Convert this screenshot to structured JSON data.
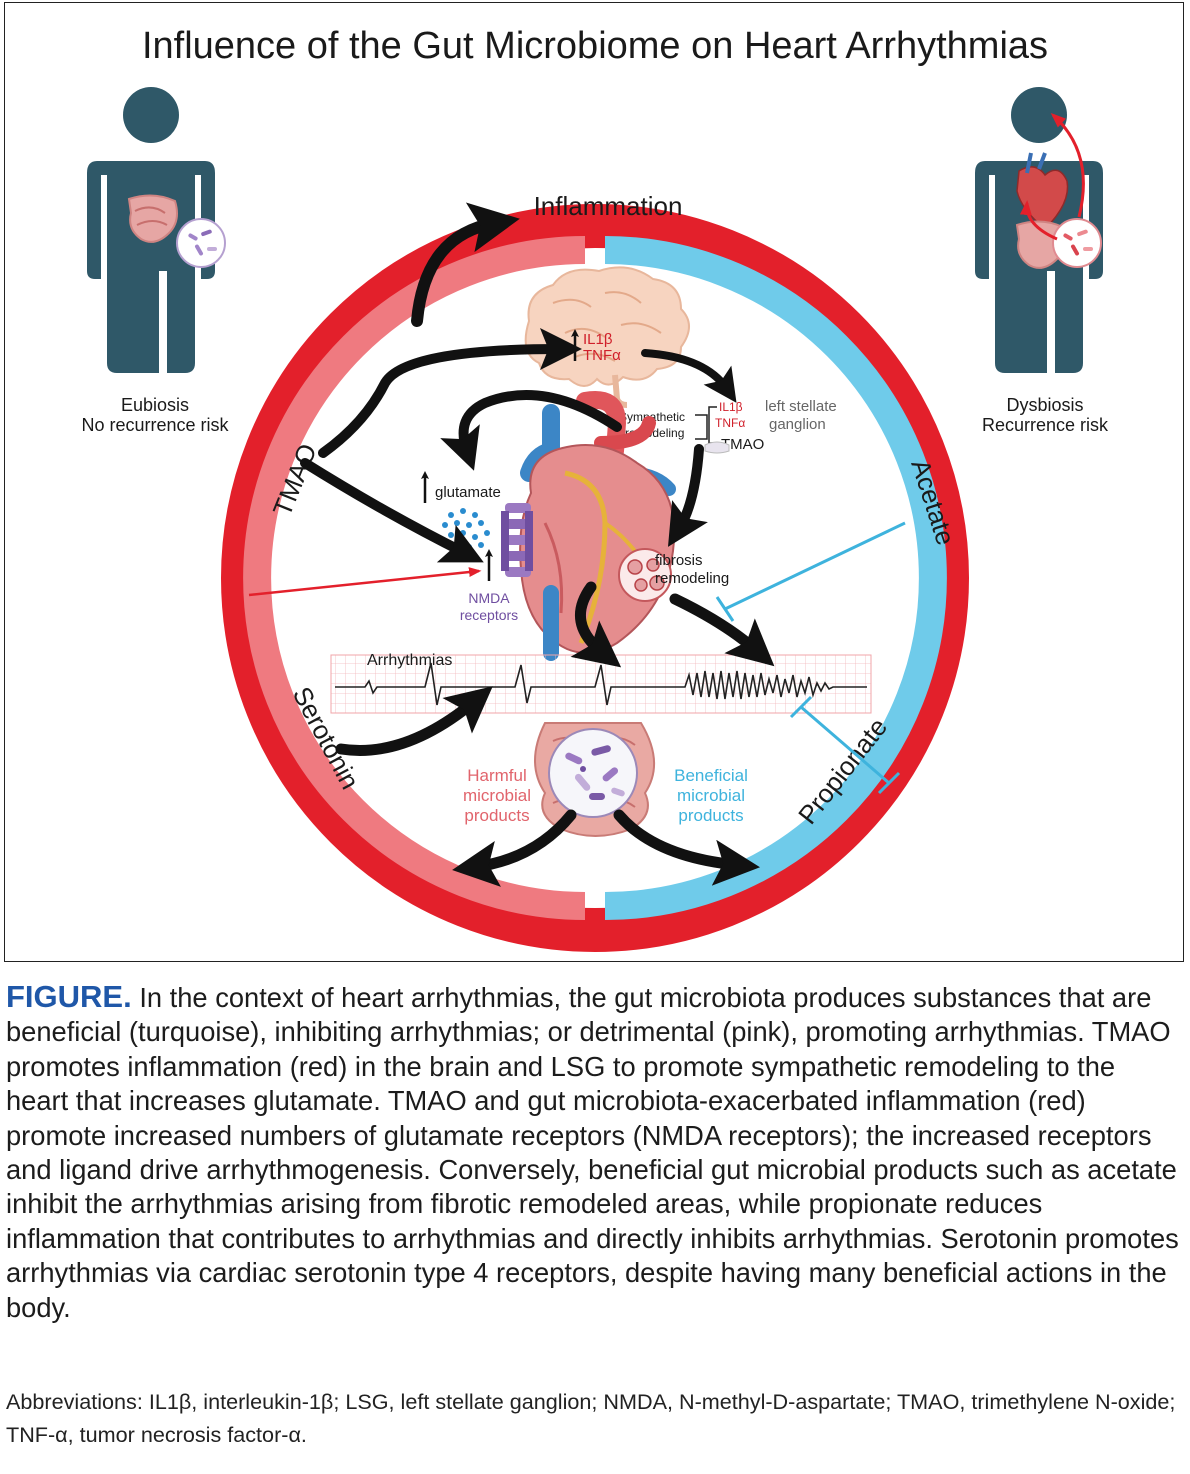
{
  "title": "Influence of the Gut Microbiome on Heart Arrhythmias",
  "colors": {
    "inflammation_red": "#e3202b",
    "harmful_pink": "#ef7a80",
    "beneficial_turquoise": "#6fcbea",
    "figure_label_blue": "#1f57a8",
    "silhouette": "#2f5868"
  },
  "left_person": {
    "line1": "Eubiosis",
    "line2": "No recurrence risk"
  },
  "right_person": {
    "line1": "Dysbiosis",
    "line2": "Recurrence risk"
  },
  "ring_labels": {
    "inflammation": "Inflammation",
    "tmao": "TMAO",
    "serotonin": "Serotonin",
    "acetate": "Acetate",
    "propionate": "Propionate"
  },
  "brain": {
    "il1b": "IL1β",
    "tnfa": "TNFα"
  },
  "ganglion": {
    "il1b": "IL1β",
    "tnfa": "TNFα",
    "label_line1": "left stellate",
    "label_line2": "ganglion",
    "tmao": "TMAO"
  },
  "sympathetic": {
    "line1": "Sympathetic",
    "line2": "remodeling"
  },
  "glutamate": "glutamate",
  "nmda": {
    "line1": "NMDA",
    "line2": "receptors"
  },
  "fibrosis": {
    "line1": "fibrosis",
    "line2": "remodeling"
  },
  "arrhythmias_label": "Arrhythmias",
  "harmful": {
    "line1": "Harmful",
    "line2": "microbial",
    "line3": "products"
  },
  "beneficial": {
    "line1": "Beneficial",
    "line2": "microbial",
    "line3": "products"
  },
  "caption": {
    "lead": "FIGURE.",
    "text": " In the context of heart arrhythmias, the gut microbiota produces substances that are beneficial (turquoise), inhibiting arrhythmias; or detrimental (pink), promoting arrhythmias. TMAO promotes inflammation (red) in the brain and LSG to promote sympathetic remodeling to the heart that increases glutamate. TMAO and gut microbiota-exacerbated inflammation (red) promote increased numbers of glutamate receptors (NMDA receptors); the increased receptors and ligand drive arrhythmogenesis. Conversely, beneficial gut microbial products such as acetate inhibit the arrhythmias arising from fibrotic remodeled areas, while propionate reduces inflammation that contributes to arrhythmias and directly inhibits arrhythmias. Serotonin promotes arrhythmias via cardiac serotonin type 4 receptors, despite having many beneficial actions in the body."
  },
  "abbreviations": "Abbreviations: IL1β, interleukin-1β; LSG, left stellate ganglion; NMDA, N-methyl-D-aspartate; TMAO, trimethylene N-oxide; TNF-α, tumor necrosis factor-α."
}
